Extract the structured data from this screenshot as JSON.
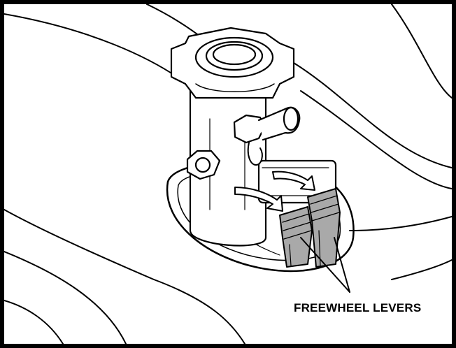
{
  "figure": {
    "callout_label": "FREEWHEEL LEVERS",
    "line_color": "#000000",
    "lever_fill": "#a9a9a9",
    "background": "#ffffff",
    "arrow_count": 2,
    "lever_count": 2
  }
}
